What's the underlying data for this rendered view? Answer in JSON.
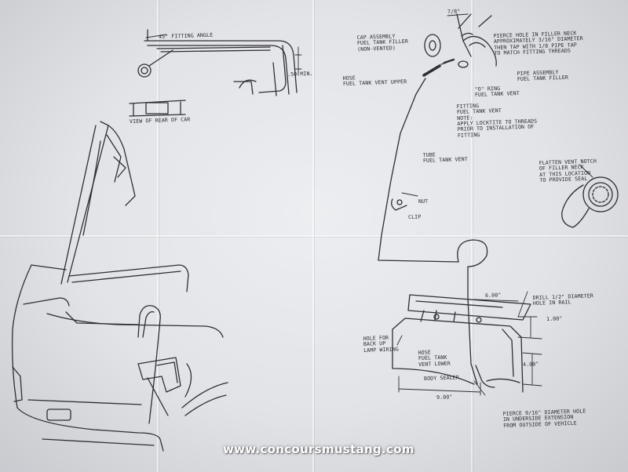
{
  "labels": {
    "fitting_angle": "45° FITTING ANGLE",
    "min_50": ".50 MIN.",
    "view_rear": "VIEW OF REAR OF CAR",
    "cap_assembly": [
      "CAP ASSEMBLY",
      "FUEL TANK FILLER",
      "(NON-VENTED)"
    ],
    "dim_7_8": "7/8\"",
    "pierce_filler": [
      "PIERCE HOLE IN FILLER NECK",
      "APPROXIMATELY 3/16\" DIAMETER",
      "THEN TAP WITH 1/8 PIPE TAP",
      "TO MATCH FITTING THREADS"
    ],
    "pipe_assembly": [
      "PIPE ASSEMBLY",
      "FUEL TANK FILLER"
    ],
    "hose_upper": [
      "HOSE",
      "FUEL TANK VENT UPPER"
    ],
    "o_ring": [
      "\"O\" RING",
      "FUEL TANK VENT"
    ],
    "fitting_vent": [
      "FITTING",
      "FUEL TANK VENT",
      "NOTE:",
      "APPLY LOCKTITE TO THREADS",
      "PRIOR TO INSTALLATION OF",
      "FITTING"
    ],
    "tube_vent": [
      "TUBE",
      "FUEL TANK VENT"
    ],
    "nut": "NUT",
    "clip": "CLIP",
    "flatten_notch": [
      "FLATTEN VENT NOTCH",
      "OF FILLER NECK",
      "AT THIS LOCATION",
      "TO PROVIDE SEAL"
    ],
    "dim_6_00": "6.00\"",
    "drill_hole": [
      "DRILL 1/2\" DIAMETER",
      "HOLE IN RAIL"
    ],
    "dim_1_00": "1.00\"",
    "hole_backup": [
      "HOLE FOR",
      "BACK UP",
      "LAMP WIRING"
    ],
    "hose_lower": [
      "HOSE",
      "FUEL TANK",
      "VENT LOWER"
    ],
    "dim_4_00": "4.00\"",
    "body_sealer": "BODY SEALER",
    "dim_9_00": "9.00\"",
    "pierce_extension": [
      "PIERCE 9/16\" DIAMETER HOLE",
      "IN UNDERSIDE EXTENSION",
      "FROM OUTSIDE OF VEHICLE"
    ]
  },
  "watermark": "www.concoursmustang.com",
  "colors": {
    "paper": "#e4e5e9",
    "ink": "#2a2a30",
    "watermark": "#ffffff"
  }
}
